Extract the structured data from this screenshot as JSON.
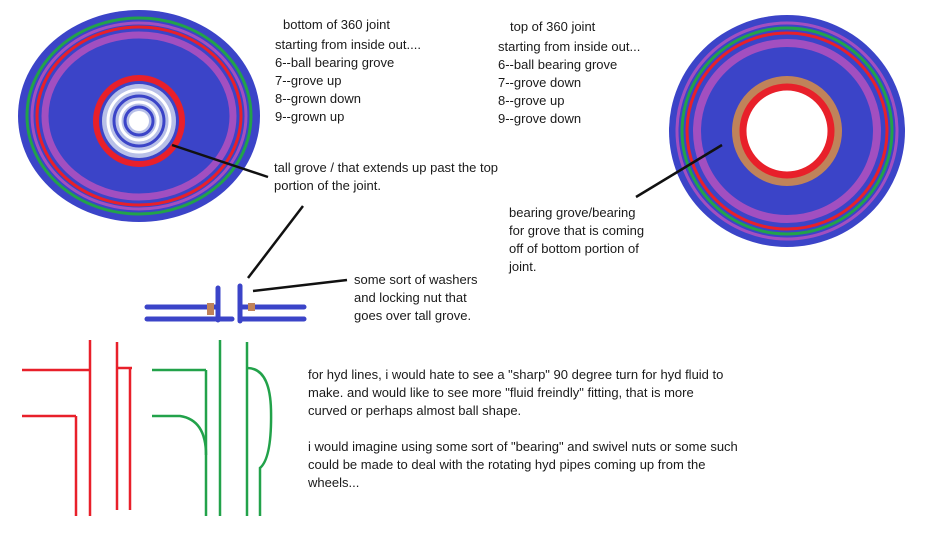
{
  "bottom_joint": {
    "title": "bottom of 360 joint",
    "lines": [
      "starting from inside out....",
      "6--ball bearing grove",
      "7--grove up",
      "8--grown down",
      "9--grown up"
    ]
  },
  "top_joint": {
    "title": "top of 360 joint",
    "lines": [
      "starting from inside out...",
      "6--ball bearing grove",
      "7--grove down",
      "8--grove up",
      "9--grove down"
    ]
  },
  "tall_grove_note": [
    "tall grove / that extends up past the top",
    "portion of the joint."
  ],
  "bearing_note": [
    "bearing grove/bearing",
    "for grove that is coming",
    "off of bottom portion of",
    "joint."
  ],
  "washers_note": [
    "some sort of washers",
    "and locking nut that",
    "goes over tall grove."
  ],
  "hyd_paragraph_1": [
    "for hyd lines, i would hate to see a \"sharp\" 90 degree turn for hyd fluid to",
    "make.  and would like to see more \"fluid freindly\" fitting, that is more",
    "curved or perhaps almost ball shape."
  ],
  "hyd_paragraph_2": [
    "i would imagine using some sort of \"bearing\" and swivel nuts or some such",
    "could be made to deal with the rotating hyd pipes coming up from the",
    "wheels..."
  ],
  "colors": {
    "blue": "#3b44c8",
    "purple": "#a24fc0",
    "red": "#e8202a",
    "green": "#22a24a",
    "light_blue": "#b8c0e8",
    "brown": "#c0835a",
    "black": "#111111"
  }
}
